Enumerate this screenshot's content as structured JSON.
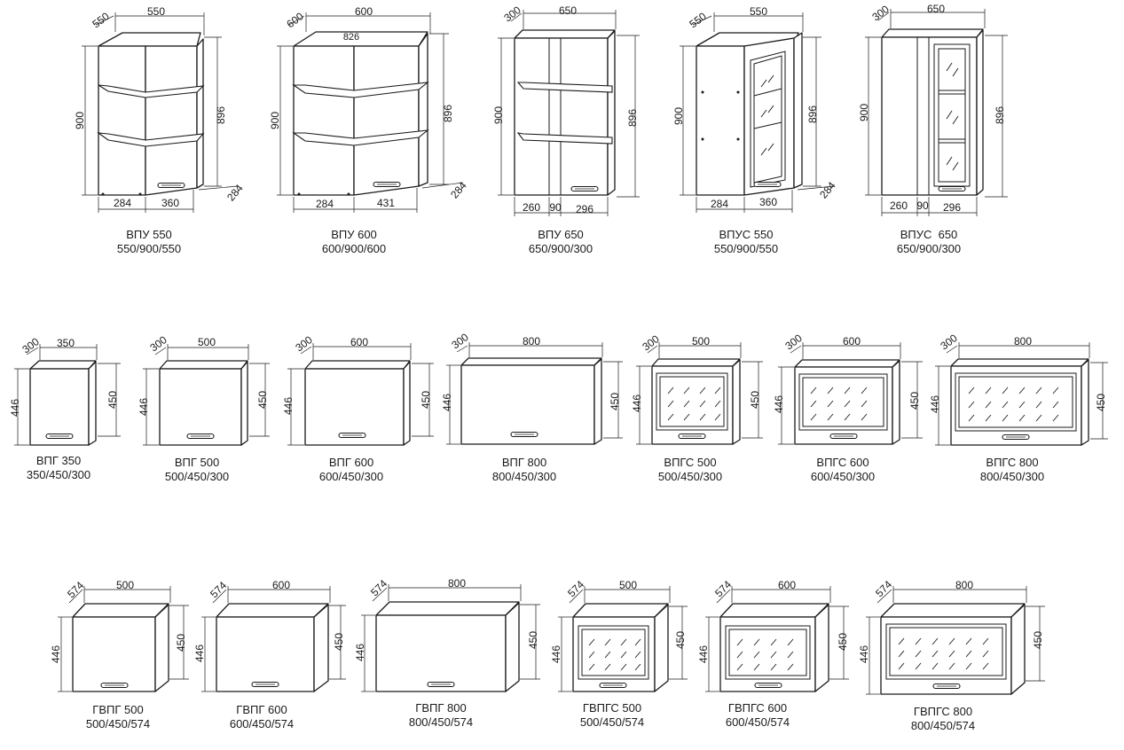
{
  "row1": [
    {
      "name": "ВПУ 550",
      "size": "550/900/550",
      "top": "550",
      "depth": "550",
      "h_left": "900",
      "h_right": "896",
      "bottom": [
        "284",
        "360"
      ],
      "side": "284"
    },
    {
      "name": "ВПУ 600",
      "size": "600/900/600",
      "top": "600",
      "depth": "600",
      "diag": "826",
      "h_left": "900",
      "h_right": "896",
      "bottom": [
        "284",
        "431"
      ],
      "side": "284"
    },
    {
      "name": "ВПУ 650",
      "size": "650/900/300",
      "top": "650",
      "depth": "300",
      "h_left": "900",
      "h_right": "896",
      "bottom": [
        "260",
        "90",
        "296"
      ]
    },
    {
      "name": "ВПУС 550",
      "size": "550/900/550",
      "top": "550",
      "depth": "550",
      "h_left": "900",
      "h_right": "896",
      "bottom": [
        "284",
        "360"
      ],
      "side": "284"
    },
    {
      "name": "ВПУС  650",
      "size": "650/900/300",
      "top": "650",
      "depth": "300",
      "h_left": "900",
      "h_right": "896",
      "bottom": [
        "260",
        "90",
        "296"
      ]
    }
  ],
  "row2": [
    {
      "name": "ВПГ 350",
      "size": "350/450/300",
      "top": "350",
      "depth": "300",
      "h_left": "446",
      "h_right": "450"
    },
    {
      "name": "ВПГ 500",
      "size": "500/450/300",
      "top": "500",
      "depth": "300",
      "h_left": "446",
      "h_right": "450"
    },
    {
      "name": "ВПГ 600",
      "size": "600/450/300",
      "top": "600",
      "depth": "300",
      "h_left": "446",
      "h_right": "450"
    },
    {
      "name": "ВПГ 800",
      "size": "800/450/300",
      "top": "800",
      "depth": "300",
      "h_left": "446",
      "h_right": "450"
    },
    {
      "name": "ВПГС 500",
      "size": "500/450/300",
      "top": "500",
      "depth": "300",
      "h_left": "446",
      "h_right": "450"
    },
    {
      "name": "ВПГС 600",
      "size": "600/450/300",
      "top": "600",
      "depth": "300",
      "h_left": "446",
      "h_right": "450"
    },
    {
      "name": "ВПГС 800",
      "size": "800/450/300",
      "top": "800",
      "depth": "300",
      "h_left": "446",
      "h_right": "450"
    }
  ],
  "row3": [
    {
      "name": "ГВПГ 500",
      "size": "500/450/574",
      "top": "500",
      "depth": "574",
      "h_left": "446",
      "h_right": "450"
    },
    {
      "name": "ГВПГ 600",
      "size": "600/450/574",
      "top": "600",
      "depth": "574",
      "h_left": "446",
      "h_right": "450"
    },
    {
      "name": "ГВПГ 800",
      "size": "800/450/574",
      "top": "800",
      "depth": "574",
      "h_left": "446",
      "h_right": "450"
    },
    {
      "name": "ГВПГС 500",
      "size": "500/450/574",
      "top": "500",
      "depth": "574",
      "h_left": "446",
      "h_right": "450"
    },
    {
      "name": "ГВПГС 600",
      "size": "600/450/574",
      "top": "600",
      "depth": "574",
      "h_left": "446",
      "h_right": "450"
    },
    {
      "name": "ГВПГС 800",
      "size": "800/450/574",
      "top": "800",
      "depth": "574",
      "h_left": "446",
      "h_right": "450"
    }
  ]
}
